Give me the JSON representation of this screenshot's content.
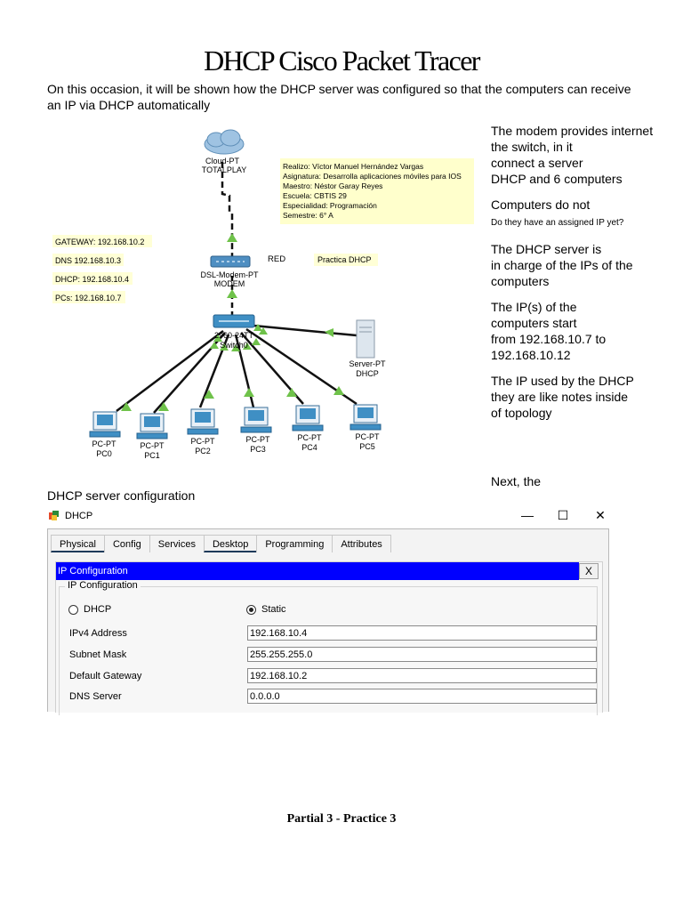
{
  "document": {
    "title": "DHCP Cisco Packet Tracer",
    "intro": "On this occasion, it will be shown how the DHCP server was configured so that the computers can receive an IP via DHCP automatically",
    "config_heading": "DHCP server configuration",
    "footer": "Partial 3 - Practice 3"
  },
  "notes": {
    "p1": [
      "The modem provides internet",
      "the switch, in it",
      "connect a server",
      "DHCP and 6 computers"
    ],
    "p2": "Computers do not",
    "p2_small": "Do they have an assigned IP yet?",
    "p3": [
      "The DHCP server is",
      "in charge of the IPs of the",
      "computers"
    ],
    "p4": [
      "The IP(s) of the",
      "computers start",
      "from 192.168.10.7 to",
      "192.168.10.12"
    ],
    "p5": [
      "The IP used by the DHCP",
      "they are like notes inside",
      "of topology"
    ],
    "p6": "Next, the"
  },
  "topology": {
    "cloud": [
      "Cloud-PT",
      "TOTALPLAY"
    ],
    "info_box": [
      "Realizo: Víctor Manuel Hernández Vargas",
      "Asignatura: Desarrolla aplicaciones móviles para IOS",
      "Maestro: Néstor Garay Reyes",
      "Escuela: CBTIS 29",
      "Especialidad: Programación",
      "Semestre: 6° A"
    ],
    "ip_notes": [
      "GATEWAY:  192.168.10.2",
      "DNS 192.168.10.3",
      "DHCP: 192.168.10.4",
      "PCs: 192.168.10.7"
    ],
    "red_label": "RED",
    "practice_label": "Practica DHCP",
    "modem": [
      "DSL-Modem-PT",
      "MODEM"
    ],
    "switch": [
      "2960-24TT",
      "Switch0"
    ],
    "server": [
      "Server-PT",
      "DHCP"
    ],
    "pcs": [
      {
        "type": "PC-PT",
        "name": "PC0"
      },
      {
        "type": "PC-PT",
        "name": "PC1"
      },
      {
        "type": "PC-PT",
        "name": "PC2"
      },
      {
        "type": "PC-PT",
        "name": "PC3"
      },
      {
        "type": "PC-PT",
        "name": "PC4"
      },
      {
        "type": "PC-PT",
        "name": "PC5"
      }
    ],
    "colors": {
      "link": "#111111",
      "status": "#6fc24a",
      "cloud": "#9fc3e2",
      "device": "#3f8fc4"
    }
  },
  "dialog": {
    "app_name": "DHCP",
    "controls": {
      "minimize": "—",
      "maximize": "☐",
      "close": "✕"
    },
    "tabs": [
      "Physical",
      "Config",
      "Services",
      "Desktop",
      "Programming",
      "Attributes"
    ],
    "active_tabs": [
      "Physical",
      "Desktop"
    ],
    "panel_title": "IP Configuration",
    "panel_close": "X",
    "group_label": "IP Configuration",
    "radio_dhcp": "DHCP",
    "radio_static": "Static",
    "selected_mode": "Static",
    "fields": [
      {
        "label": "IPv4 Address",
        "value": "192.168.10.4"
      },
      {
        "label": "Subnet Mask",
        "value": "255.255.255.0"
      },
      {
        "label": "Default Gateway",
        "value": "192.168.10.2"
      },
      {
        "label": "DNS Server",
        "value": "0.0.0.0"
      }
    ]
  }
}
